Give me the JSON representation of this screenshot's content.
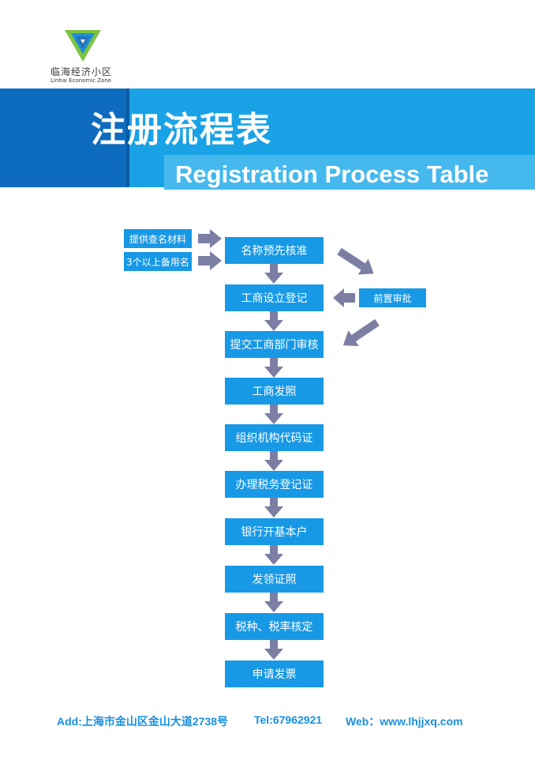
{
  "logo": {
    "name_cn": "临海经济小区",
    "name_en": "Linhai Economic Zone"
  },
  "header": {
    "title_cn": "注册流程表",
    "title_en": "Registration Process Table"
  },
  "flow": {
    "steps": [
      "名称预先核准",
      "工商设立登记",
      "提交工商部门审核",
      "工商发照",
      "组织机构代码证",
      "办理税务登记证",
      "银行开基本户",
      "发领证照",
      "税种、税率核定",
      "申请发票"
    ],
    "inputs": [
      "提供查名材料",
      "3个以上备用名"
    ],
    "side_step": "前置审批"
  },
  "footer": {
    "address": "Add:上海市金山区金山大道2738号",
    "tel": "Tel:67962921",
    "web": "Web：www.lhjjxq.com"
  },
  "colors": {
    "box": "#1899e6",
    "arrow": "#7c7fa3",
    "banner_dark": "#0e6cbf",
    "banner_main": "#1aa2e6",
    "footer_text": "#1a8fe0"
  }
}
